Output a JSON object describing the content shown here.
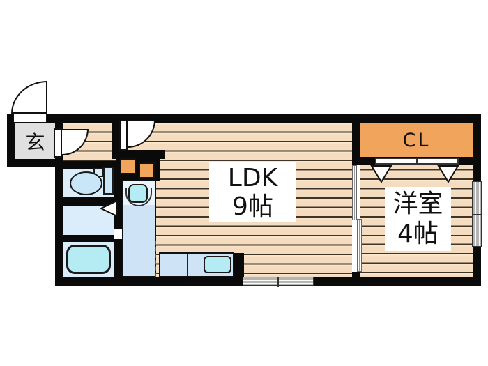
{
  "floorplan": {
    "rooms": {
      "genkan": {
        "label": "玄"
      },
      "ldk": {
        "name": "LDK",
        "size": "9帖"
      },
      "closet": {
        "label": "CL"
      },
      "western_room": {
        "name": "洋室",
        "size": "4帖"
      }
    },
    "colors": {
      "wall": "#0a0a0a",
      "wood_base": "#f5dcbe",
      "wood_hi": "#fbead4",
      "wood_line": "#3e3428",
      "closet_orange": "#f0a45c",
      "wet_room_blue": "#dbedfb",
      "counter_blue": "#cee4f6",
      "counter_light": "#e8f4fe",
      "fixture_cyan": "#b5ebf3",
      "genkan_gray": "#e0e0e0",
      "window_gray": "#c4c4c4"
    }
  }
}
